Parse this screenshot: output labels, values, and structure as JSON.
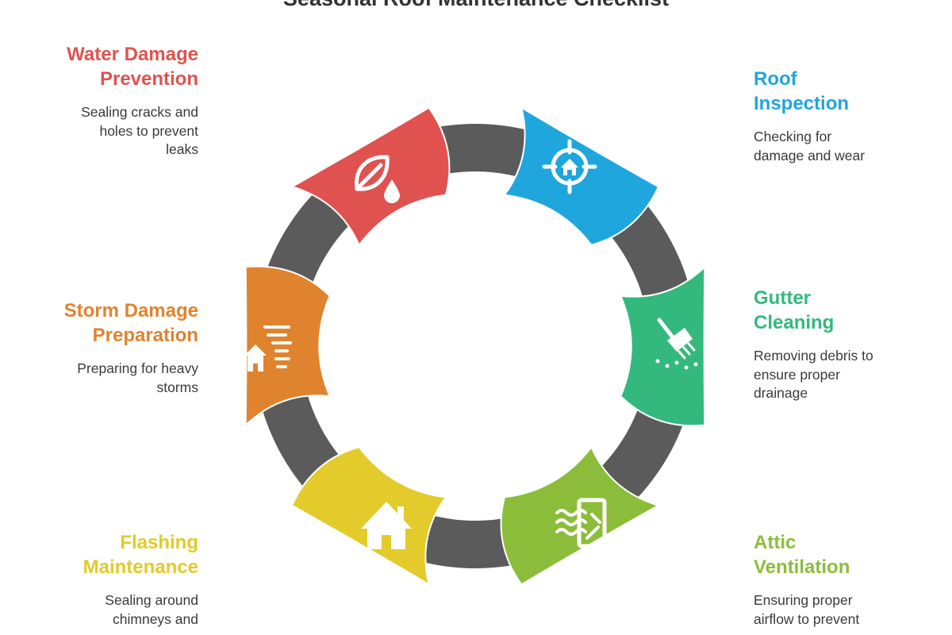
{
  "title": "Seasonal Roof Maintenance Checklist",
  "colors": {
    "ring": "#5b5b5b",
    "water": "#e0524f",
    "roof": "#1fa6dc",
    "gutter": "#33b97d",
    "attic": "#8cbd3a",
    "flashing": "#e2cb2a",
    "storm": "#e0832f"
  },
  "steps": [
    {
      "title_line1": "Roof",
      "title_line2": "Inspection",
      "description": [
        "Checking for",
        "damage and wear"
      ],
      "icon": "target-house-icon"
    },
    {
      "title_line1": "Gutter",
      "title_line2": "Cleaning",
      "description": [
        "Removing debris to",
        "ensure proper",
        "drainage"
      ],
      "icon": "rake-icon"
    },
    {
      "title_line1": "Attic",
      "title_line2": "Ventilation",
      "description": [
        "Ensuring proper",
        "airflow to prevent"
      ],
      "icon": "vent-airflow-icon"
    },
    {
      "title_line1": "Flashing",
      "title_line2": "Maintenance",
      "description": [
        "Sealing around",
        "chimneys and"
      ],
      "icon": "house-icon"
    },
    {
      "title_line1": "Storm Damage",
      "title_line2": "Preparation",
      "description": [
        "Preparing for heavy",
        "storms"
      ],
      "icon": "house-storm-icon"
    },
    {
      "title_line1": "Water Damage",
      "title_line2": "Prevention",
      "description": [
        "Sealing cracks and",
        "holes to prevent",
        "leaks"
      ],
      "icon": "leaf-drop-icon"
    }
  ]
}
